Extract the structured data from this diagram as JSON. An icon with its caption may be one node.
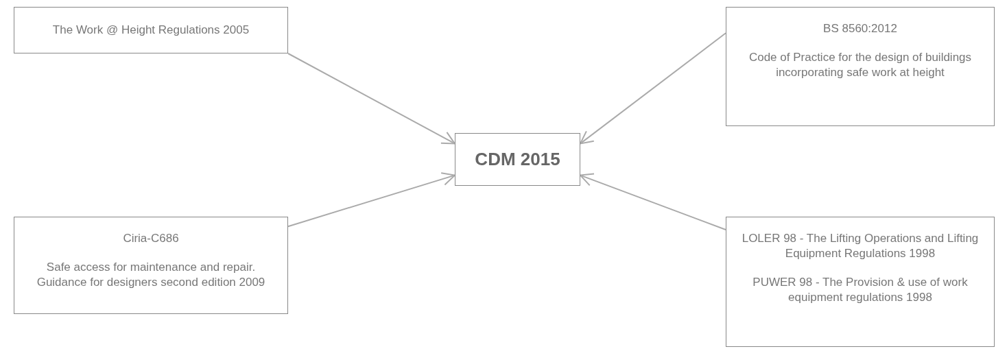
{
  "diagram": {
    "nodes": [
      {
        "text": [
          "The Work @ Height Regulations 2005"
        ]
      },
      {
        "text": [
          "BS 8560:2012",
          "Code of Practice for the design of buildings incorporating safe work at height"
        ]
      },
      {
        "text": [
          "CDM 2015"
        ]
      },
      {
        "text": [
          "Ciria-C686",
          "Safe access for maintenance and repair. Guidance for designers second edition 2009"
        ]
      },
      {
        "text": [
          "LOLER 98 - The Lifting Operations and Lifting Equipment Regulations 1998",
          "PUWER 98 - The Provision & use of work equipment regulations 1998"
        ]
      }
    ],
    "edges": [
      {
        "from": 0,
        "to": 2,
        "arrow": "to"
      },
      {
        "from": 1,
        "to": 2,
        "arrow": "to"
      },
      {
        "from": 3,
        "to": 2,
        "arrow": "to"
      },
      {
        "from": 4,
        "to": 2,
        "arrow": "to"
      }
    ]
  }
}
